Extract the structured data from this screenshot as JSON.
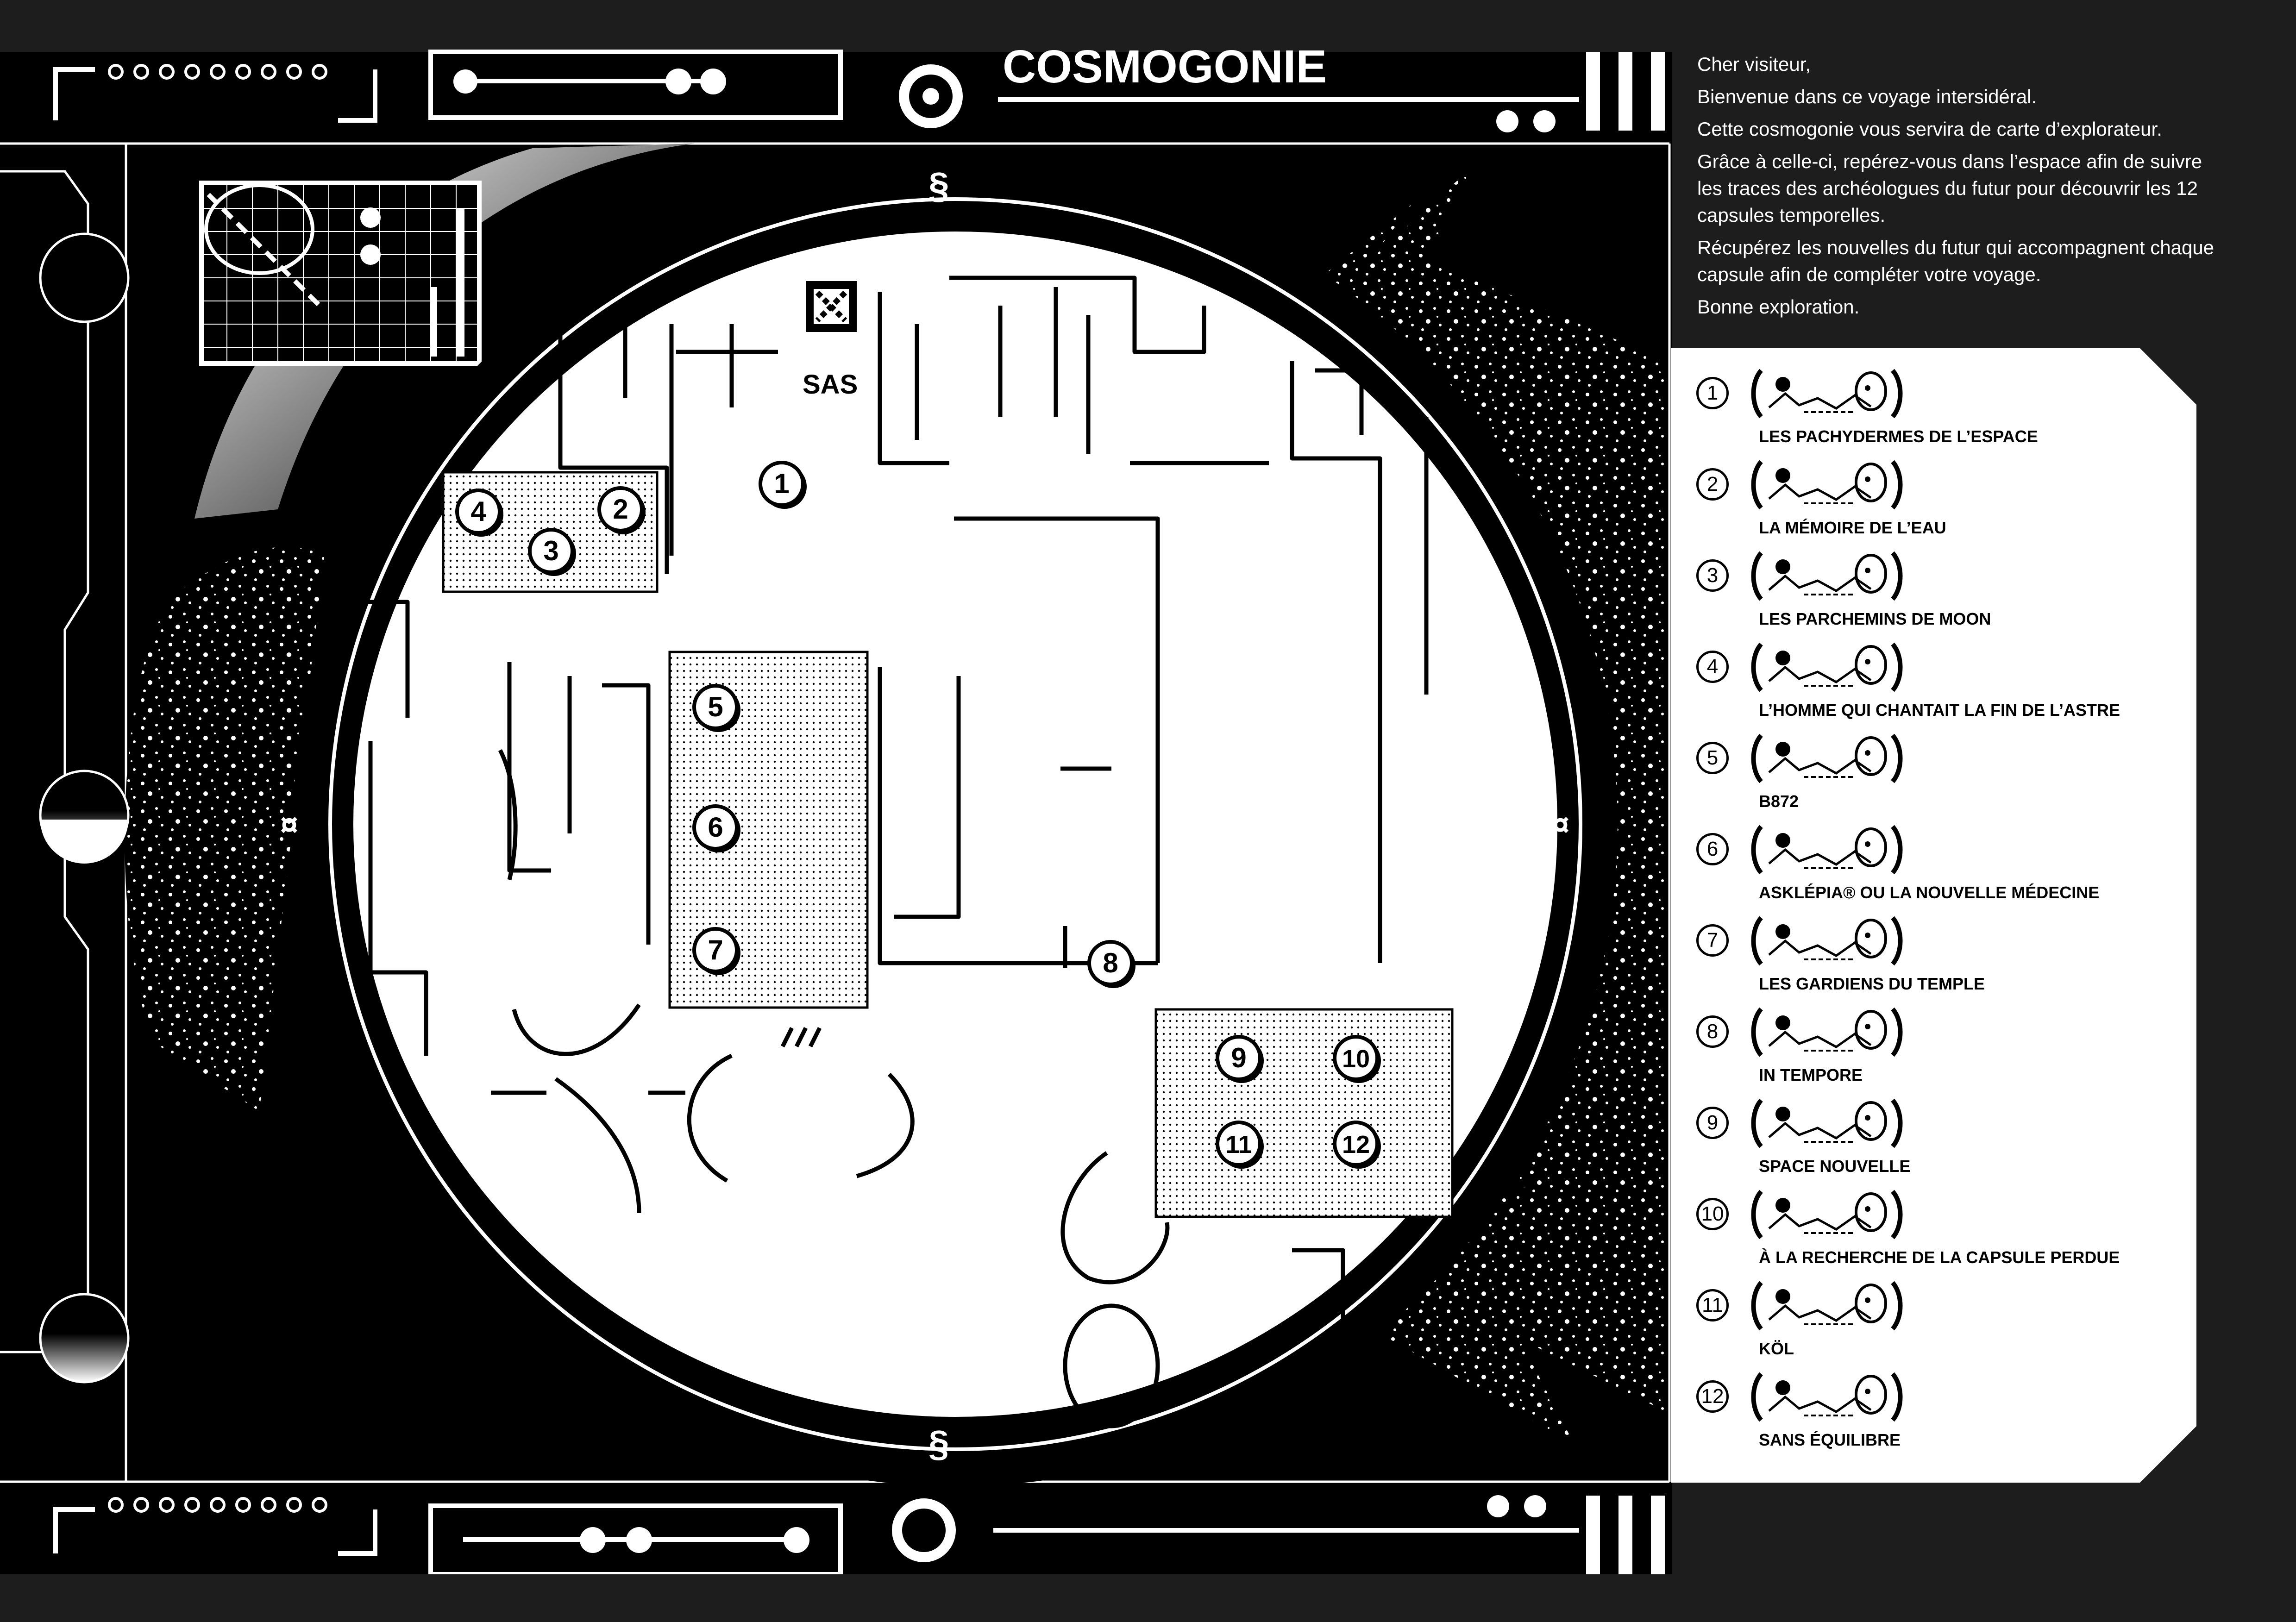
{
  "header": {
    "title": "COSMOGONIE"
  },
  "intro": {
    "paragraphs": [
      "Cher visiteur,",
      "Bienvenue dans ce voyage intersidéral.",
      "Cette cosmogonie vous servira de carte d’explorateur.",
      "Grâce à celle-ci, repérez-vous dans l’espace afin de suivre les traces des archéologues du futur pour découvrir les 12 capsules temporelles.",
      "Récupérez les nouvelles du futur qui accompagnent chaque capsule afin de compléter votre voyage.",
      "Bonne exploration."
    ]
  },
  "map": {
    "entrance_label": "SAS",
    "compass_top": "§",
    "compass_bottom": "§",
    "compass_left": "¤",
    "compass_right": "¤",
    "markers": [
      "1",
      "2",
      "3",
      "4",
      "5",
      "6",
      "7",
      "8",
      "9",
      "10",
      "11",
      "12"
    ]
  },
  "legend": {
    "items": [
      {
        "num": "1",
        "label": "LES PACHYDERMES DE L’ESPACE"
      },
      {
        "num": "2",
        "label": "LA MÉMOIRE DE L’EAU"
      },
      {
        "num": "3",
        "label": "LES PARCHEMINS DE MOON"
      },
      {
        "num": "4",
        "label": "L’HOMME QUI CHANTAIT LA FIN DE L’ASTRE"
      },
      {
        "num": "5",
        "label": "B872"
      },
      {
        "num": "6",
        "label": "ASKLÉPIA® OU LA NOUVELLE MÉDECINE"
      },
      {
        "num": "7",
        "label": "LES GARDIENS DU TEMPLE"
      },
      {
        "num": "8",
        "label": "IN TEMPORE"
      },
      {
        "num": "9",
        "label": "SPACE NOUVELLE"
      },
      {
        "num": "10",
        "label": "À LA RECHERCHE DE LA CAPSULE PERDUE"
      },
      {
        "num": "11",
        "label": "KÖL"
      },
      {
        "num": "12",
        "label": "SANS ÉQUILIBRE"
      }
    ]
  },
  "colors": {
    "background": "#1d1d1d",
    "panel": "#000000",
    "ink": "#ffffff",
    "legend_bg": "#ffffff"
  }
}
